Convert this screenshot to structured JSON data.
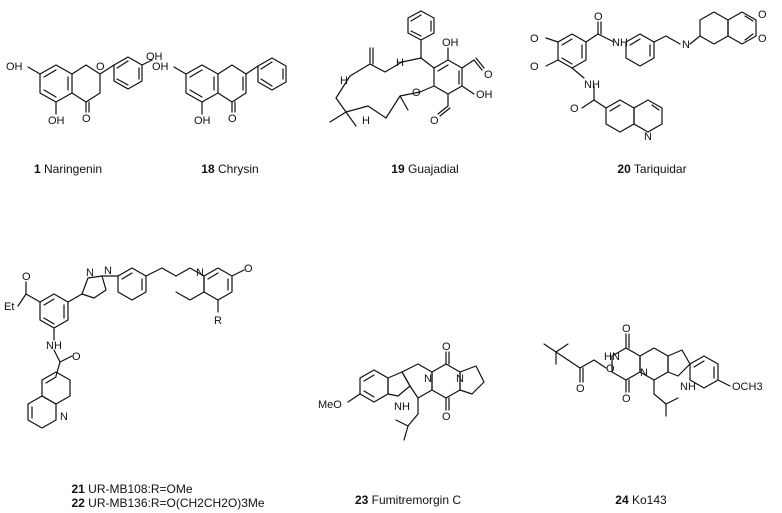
{
  "compounds": [
    {
      "number": "1",
      "name": "Naringenin"
    },
    {
      "number": "18",
      "name": "Chrysin"
    },
    {
      "number": "19",
      "name": "Guajadial"
    },
    {
      "number": "20",
      "name": "Tariquidar"
    },
    {
      "number": "21",
      "name": "UR-MB108:R=OMe"
    },
    {
      "number": "22",
      "name": "UR-MB136:R=O(CH2CH2O)3Me"
    },
    {
      "number": "23",
      "name": "Fumitremorgin C"
    },
    {
      "number": "24",
      "name": "Ko143"
    }
  ],
  "atom_labels": {
    "oh": "OH",
    "o": "O",
    "h": "H",
    "nh": "NH",
    "n": "N",
    "et": "Et",
    "r": "R",
    "meo": "MeO",
    "och3": "OCH3",
    "hn": "HN"
  }
}
